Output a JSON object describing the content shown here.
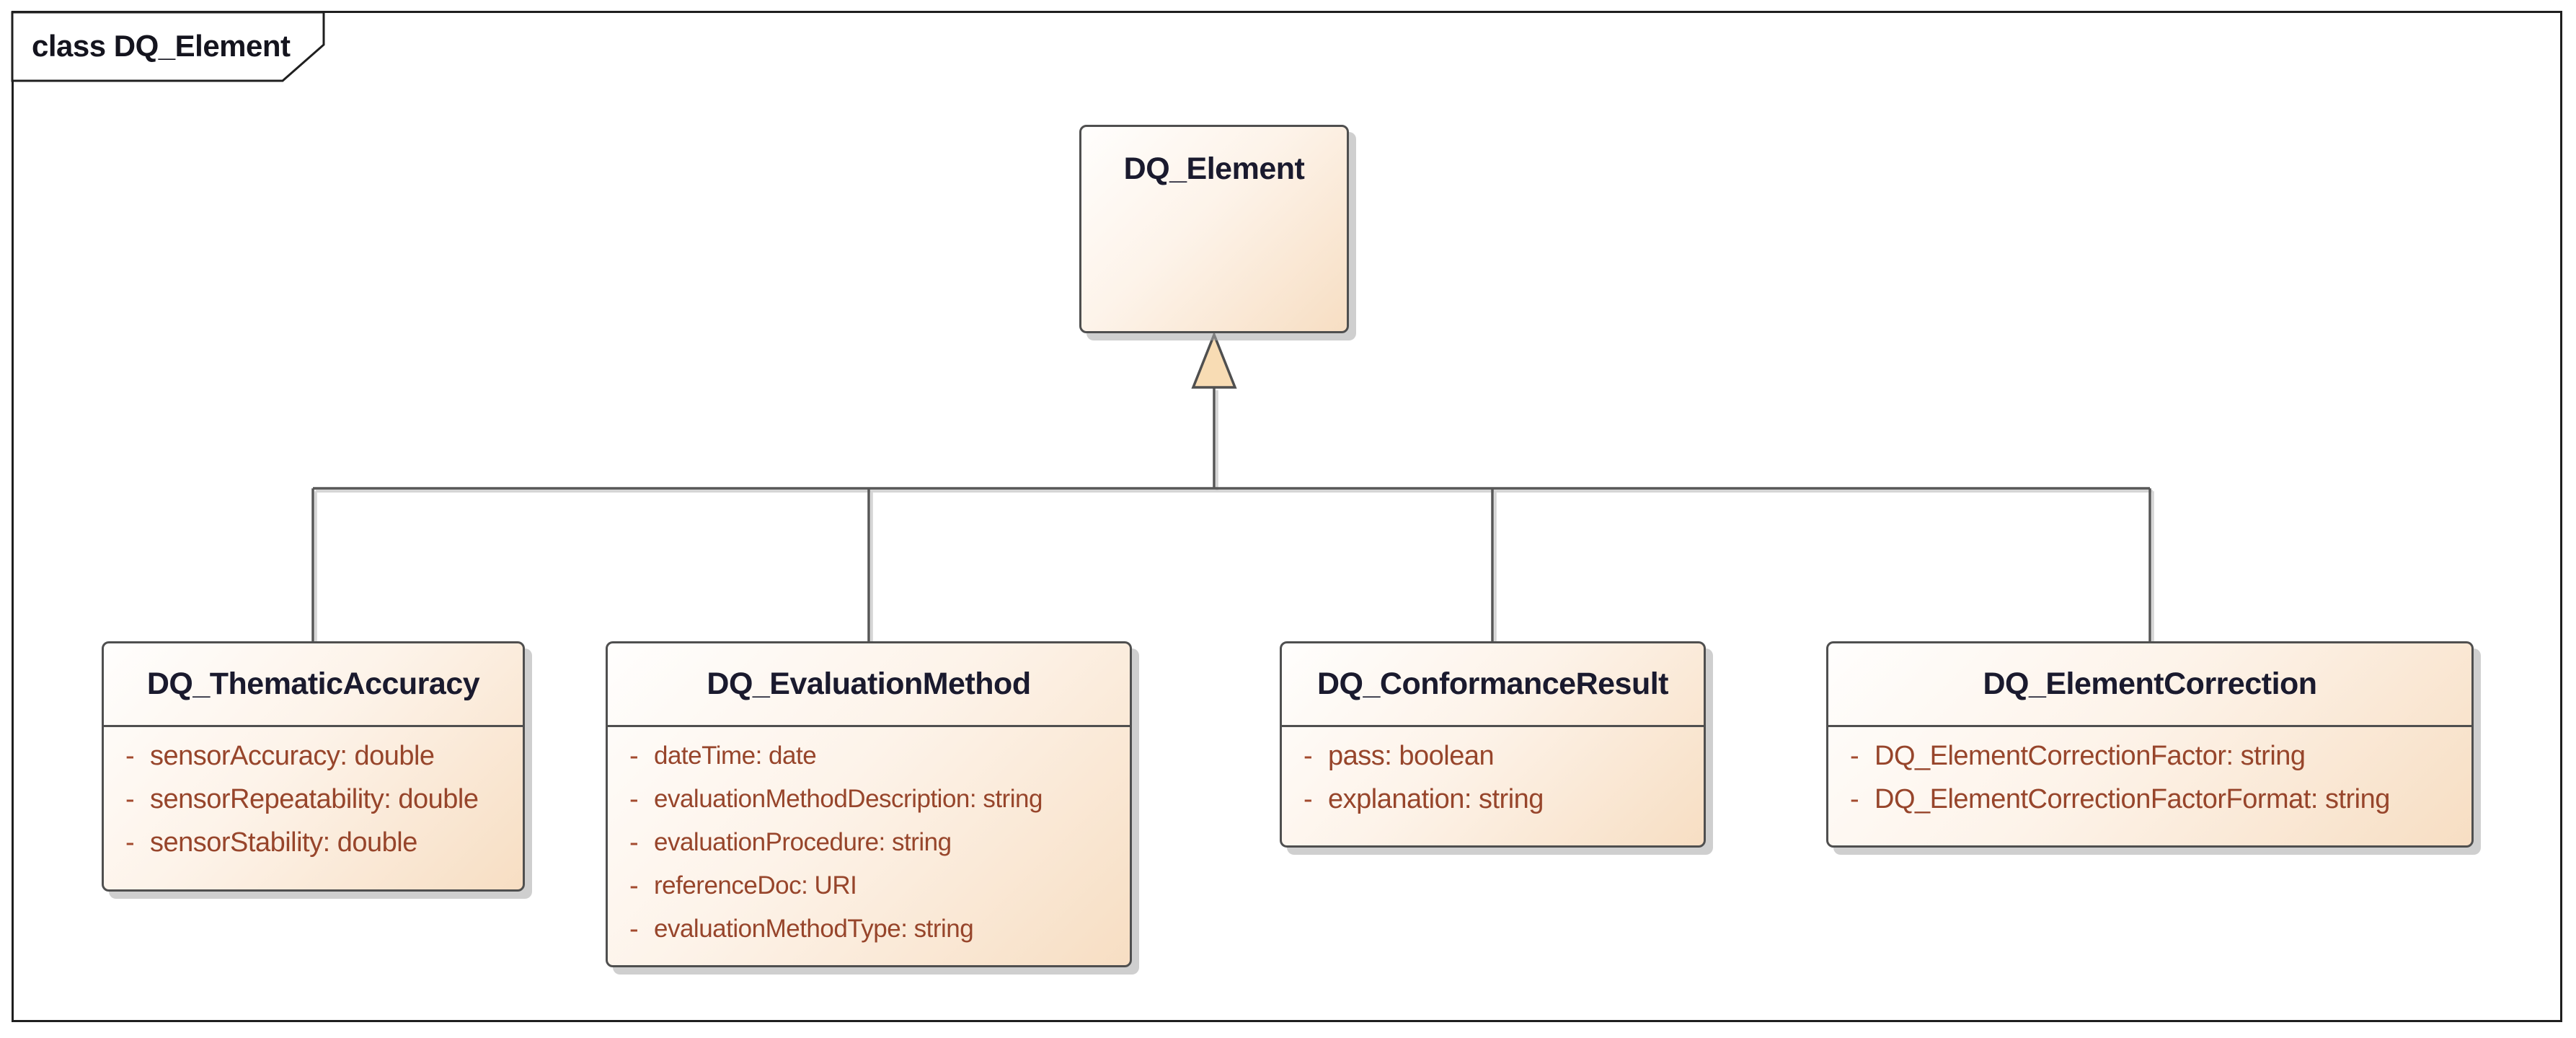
{
  "diagram": {
    "frame_label": "class DQ_Element",
    "visibility_marker": "-",
    "relationship_type": "generalization",
    "colors": {
      "frame_border": "#1f1f1f",
      "box_border": "#4f4f4f",
      "box_fill_start": "#fffefd",
      "box_fill_end": "#f7dec3",
      "class_name_text": "#1a1a2e",
      "attribute_text": "#97452b",
      "connector": "#575757",
      "triangle_fill": "#f8dcb4",
      "shadow": "#a8a8a8"
    }
  },
  "parent_class": {
    "name": "DQ_Element"
  },
  "classes": [
    {
      "name": "DQ_ThematicAccuracy",
      "attributes": [
        "sensorAccuracy: double",
        "sensorRepeatability: double",
        "sensorStability: double"
      ]
    },
    {
      "name": "DQ_EvaluationMethod",
      "attributes": [
        "dateTime: date",
        "evaluationMethodDescription: string",
        "evaluationProcedure: string",
        "referenceDoc: URI",
        "evaluationMethodType: string"
      ]
    },
    {
      "name": "DQ_ConformanceResult",
      "attributes": [
        "pass: boolean",
        "explanation: string"
      ]
    },
    {
      "name": "DQ_ElementCorrection",
      "attributes": [
        "DQ_ElementCorrectionFactor: string",
        "DQ_ElementCorrectionFactorFormat: string"
      ]
    }
  ]
}
